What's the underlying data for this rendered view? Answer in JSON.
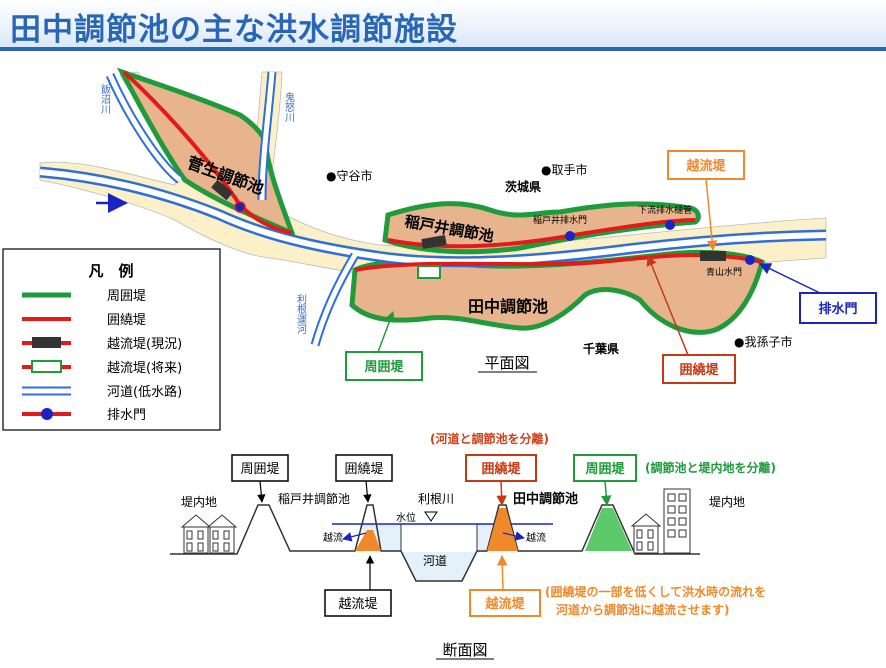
{
  "title": "田中調節池の主な洪水調節施設",
  "plan": {
    "caption": "平面図",
    "river_labels": {
      "inuma": "飯沼川",
      "kinu": "鬼怒川",
      "tone_canal": "利根運河"
    },
    "places": {
      "moriya": "●守谷市",
      "toride": "●取手市",
      "abiko": "●我孫子市",
      "ibaraki": "茨城県",
      "chiba": "千葉県"
    },
    "ponds": {
      "sugao": "菅生調節池",
      "inatoi": "稲戸井調節池",
      "tanaka": "田中調節池"
    },
    "small_labels": {
      "inatoi_gate": "稲戸井排水門",
      "shimoryu_gate": "下流排水樋管",
      "aoyama_gate": "青山水門"
    },
    "callouts": {
      "etsuryutei": "越流堤",
      "haisuimon": "排水門",
      "shuitei": "周囲堤",
      "inyotei": "囲繞堤"
    }
  },
  "legend": {
    "title": "凡　例",
    "items": [
      {
        "label": "周囲堤",
        "symbol": "green-line"
      },
      {
        "label": "囲繞堤",
        "symbol": "red-line"
      },
      {
        "label": "越流堤(現況)",
        "symbol": "black-box"
      },
      {
        "label": "越流堤(将来)",
        "symbol": "white-box"
      },
      {
        "label": "河道(低水路)",
        "symbol": "blue-channel"
      },
      {
        "label": "排水門",
        "symbol": "blue-dot"
      }
    ]
  },
  "section": {
    "caption": "断面図",
    "boxes": {
      "shuitei_left": "周囲堤",
      "inyotei_left": "囲繞堤",
      "inyotei_right": "囲繞堤",
      "shuitei_right": "周囲堤",
      "etsuryutei_bottom": "越流堤",
      "etsuryutei_orange": "越流堤"
    },
    "labels": {
      "teinaichi_left": "堤内地",
      "teinaichi_right": "堤内地",
      "inatoi": "稲戸井調節池",
      "tone_river": "利根川",
      "tanaka": "田中調節池",
      "water_level": "水位",
      "overflow_left": "越流",
      "overflow_right": "越流",
      "channel": "河道"
    },
    "notes": {
      "separate_river": "(河道と調節池を分離)",
      "separate_inland": "(調節池と堤内地を分離)",
      "overflow_line1": "(囲繞堤の一部を低くして洪水時の流れを",
      "overflow_line2": "河道から調節池に越流させます)"
    }
  },
  "colors": {
    "title_blue": "#2a66b6",
    "pond_fill": "#e8b48e",
    "floodplain": "#fbf0c8",
    "green_levee": "#1f9b3c",
    "red_levee": "#e31a1a",
    "orange": "#f0892a",
    "river_blue": "#2f6fd6",
    "navy": "#1a24c4"
  }
}
